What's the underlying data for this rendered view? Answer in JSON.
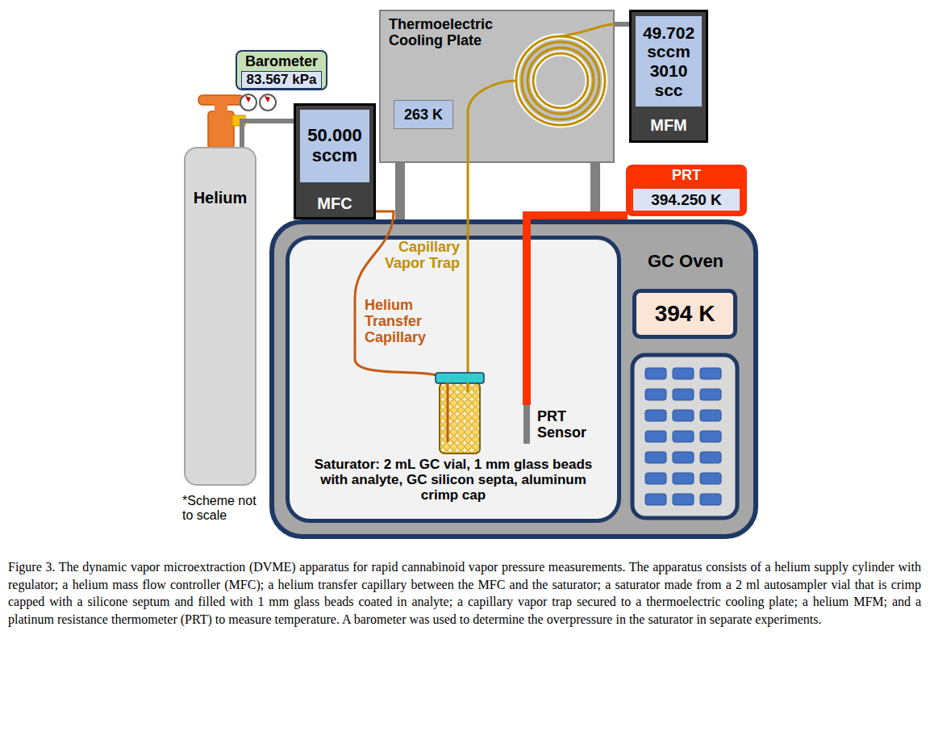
{
  "diagram": {
    "caption": "Figure 3. The dynamic vapor microextraction (DVME) apparatus for rapid cannabinoid vapor pressure measurements. The apparatus consists of a helium supply cylinder with regulator; a helium mass flow controller (MFC); a helium transfer capillary between the MFC and the saturator; a saturator made from a 2 ml autosampler vial that is crimp capped with a silicone septum and filled with 1 mm glass beads coated in analyte; a capillary vapor trap secured to a thermoelectric cooling plate; a helium MFM; and a platinum resistance thermometer (PRT) to measure temperature. A barometer was used to determine the overpressure in the saturator in separate experiments.",
    "nodes": [
      {
        "text": [
          "Barometer"
        ]
      },
      {
        "text": [
          "83.567 kPa"
        ],
        "in": 0
      },
      {
        "text": [
          "Thermoelectric Cooling Plate"
        ]
      },
      {
        "text": [
          "263 K"
        ],
        "in": 2
      },
      {
        "text": [
          "MFC"
        ]
      },
      {
        "text": [
          "50.000 sccm"
        ],
        "in": 4
      },
      {
        "text": [
          "MFM"
        ]
      },
      {
        "text": [
          "49.702 sccm",
          "3010 scc"
        ],
        "in": 6
      },
      {
        "text": [
          "PRT"
        ]
      },
      {
        "text": [
          "394.250 K"
        ],
        "in": 8
      },
      {
        "text": [
          "Helium"
        ]
      },
      {
        "text": [
          "GC Oven"
        ]
      },
      {
        "text": [
          "Saturator: 2 mL GC vial, 1 mm glass beads with analyte, GC silicon septa, aluminum crimp cap"
        ],
        "in": 11
      },
      {
        "text": [
          "394 K"
        ],
        "in": 11
      }
    ],
    "edges": [
      {
        "from": 10,
        "to": 4,
        "arrow": "none"
      },
      {
        "from": 2,
        "to": 6,
        "arrow": "none"
      }
    ],
    "labels": [
      "Capillary Vapor Trap",
      "Helium Transfer Capillary",
      "PRT Sensor",
      "*Scheme not to scale"
    ]
  }
}
